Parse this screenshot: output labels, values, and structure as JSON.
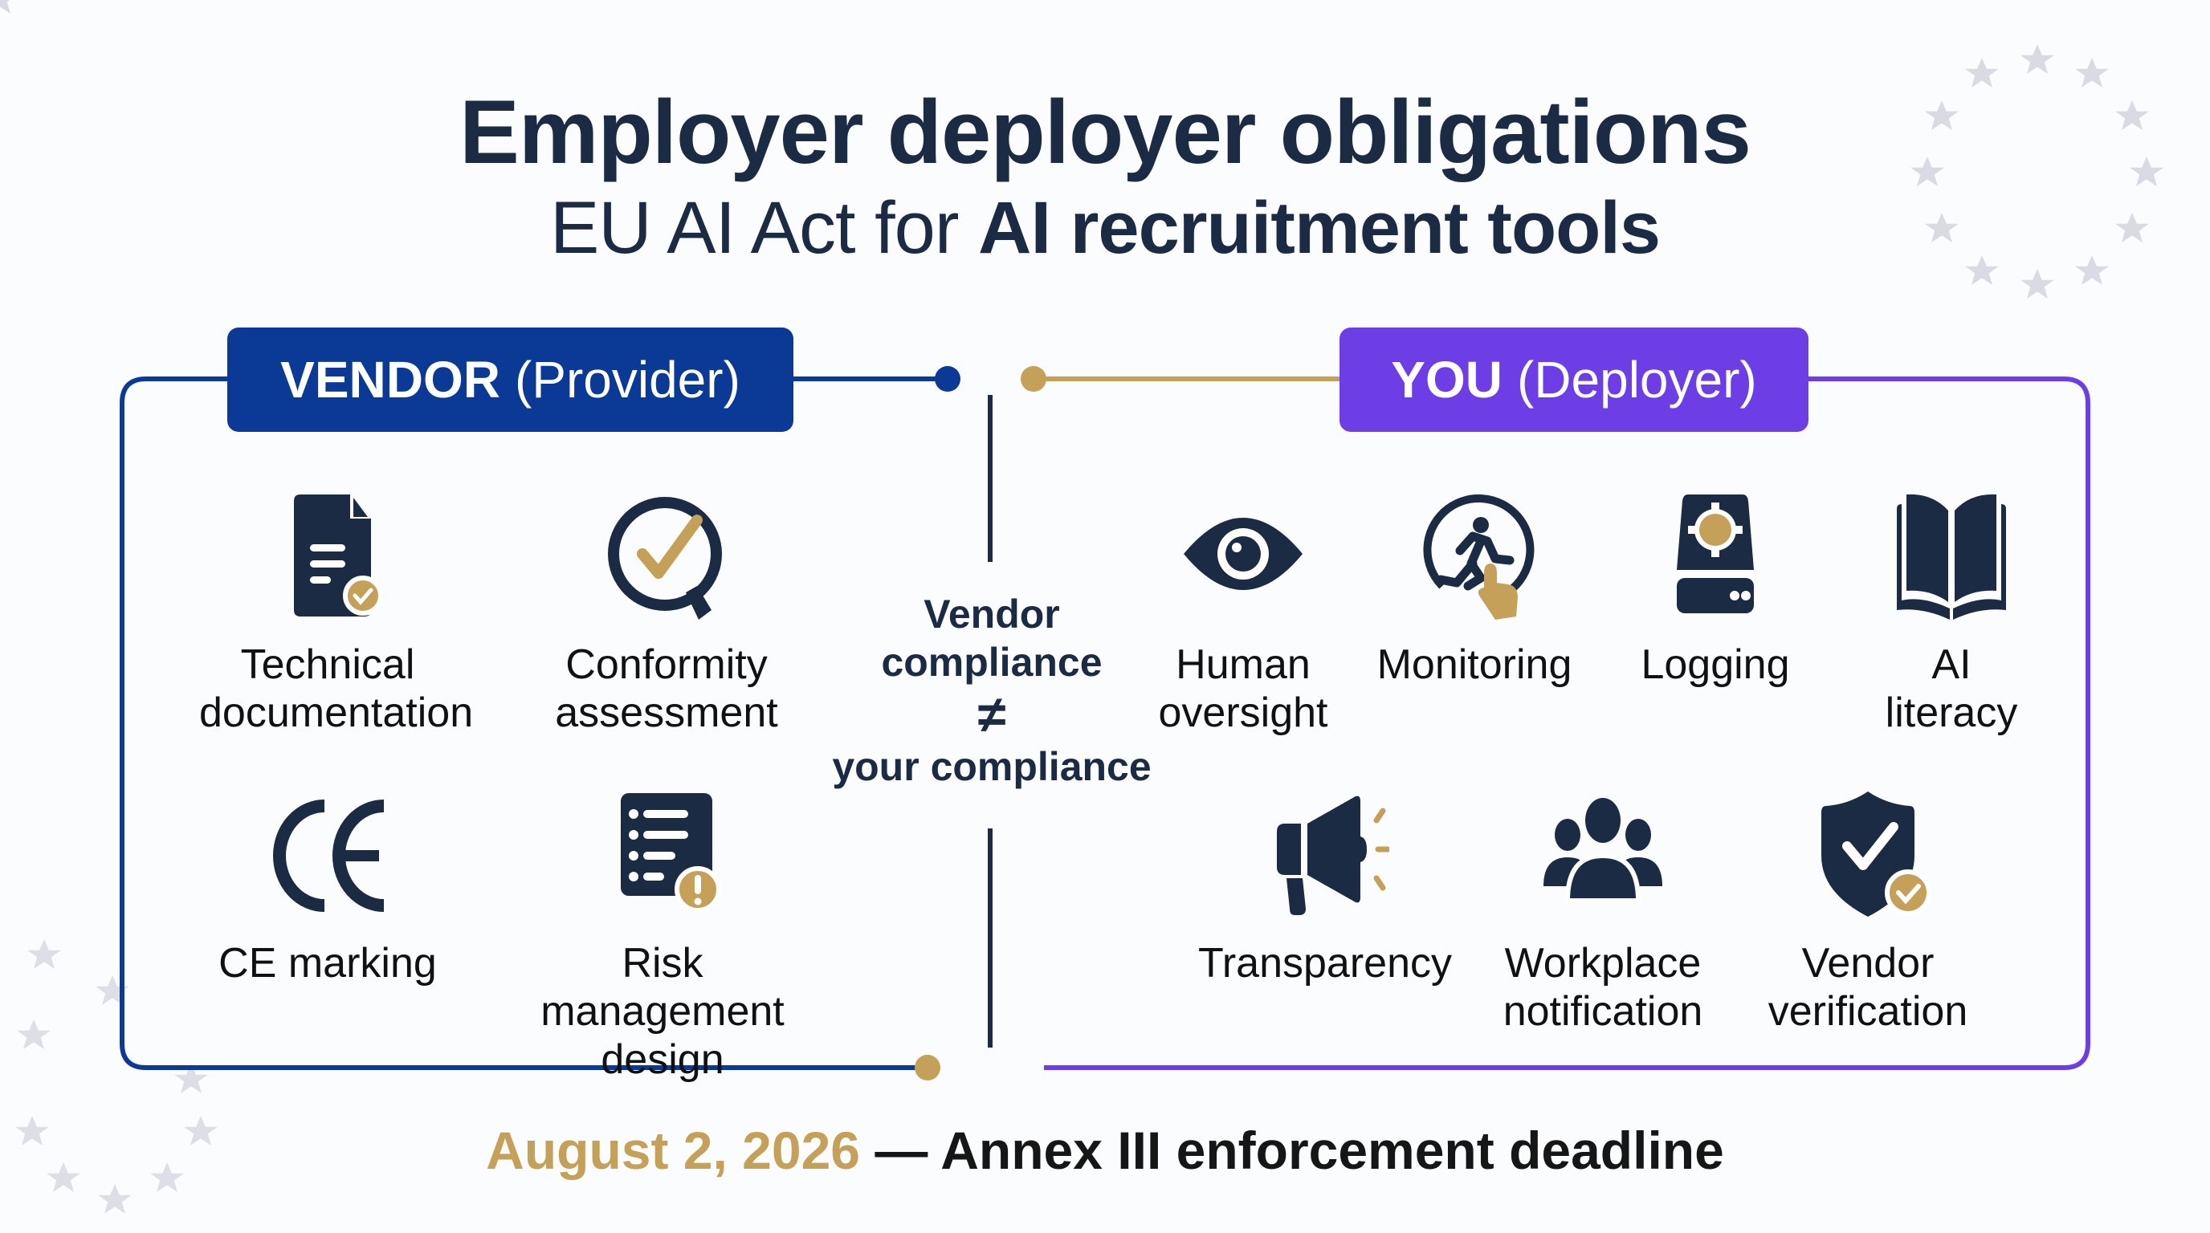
{
  "header": {
    "title": "Employer deployer obligations",
    "subtitle_regular": "EU AI Act for ",
    "subtitle_bold": "AI recruitment  tools"
  },
  "colors": {
    "navy": "#1c2b44",
    "vendor_blue": "#0a3a95",
    "deployer_purple": "#6d3ee6",
    "gold": "#c4a058",
    "star_gray": "#d8dbe3",
    "background": "#fbfcfd"
  },
  "vendor_panel": {
    "label_bold": "VENDOR",
    "label_regular": "(Provider)",
    "items": [
      {
        "icon": "document-check-icon",
        "line1": "Technical",
        "line2": "documentation"
      },
      {
        "icon": "magnifier-check-icon",
        "line1": "Conformity",
        "line2": "assessment"
      },
      {
        "icon": "ce-mark-icon",
        "line1": "CE marking",
        "line2": ""
      },
      {
        "icon": "list-warning-icon",
        "line1": "Risk management",
        "line2": "design"
      }
    ]
  },
  "center": {
    "line1": "Vendor",
    "line2": "compliance",
    "symbol": "≠",
    "line3": "your compliance"
  },
  "deployer_panel": {
    "label_bold": "YOU",
    "label_regular": "(Deployer)",
    "items": [
      {
        "icon": "eye-icon",
        "line1": "Human",
        "line2": "oversight"
      },
      {
        "icon": "running-person-touch-icon",
        "line1": "Monitoring",
        "line2": ""
      },
      {
        "icon": "server-gear-icon",
        "line1": "Logging",
        "line2": ""
      },
      {
        "icon": "open-book-icon",
        "line1": "AI",
        "line2": "literacy"
      },
      {
        "icon": "megaphone-icon",
        "line1": "Transparency",
        "line2": ""
      },
      {
        "icon": "group-icon",
        "line1": "Workplace",
        "line2": "notification"
      },
      {
        "icon": "shield-check-icon",
        "line1": "Vendor",
        "line2": "verification"
      }
    ]
  },
  "footer": {
    "date": "August 2, 2026",
    "rest": " — Annex III enforcement deadline"
  }
}
